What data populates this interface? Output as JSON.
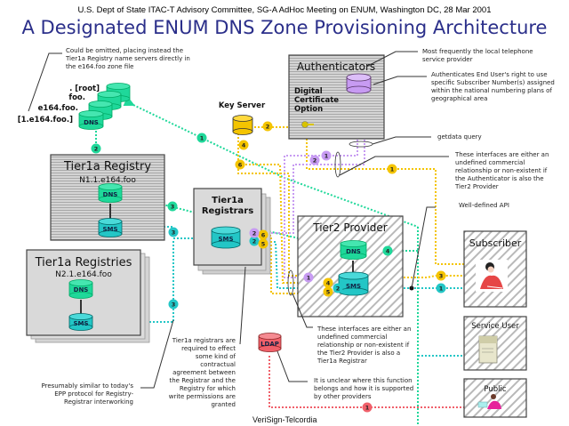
{
  "header": {
    "meeting_line": "U.S. Dept of State ITAC-T Advisory Committee, SG-A AdHoc Meeting on ENUM, Washington DC, 28 Mar 2001",
    "title": "A Designated ENUM DNS Zone Provisioning Architecture"
  },
  "colors": {
    "title": "#2b2f8a",
    "dns_green": "#1fd89a",
    "sms_teal": "#23c6c6",
    "authenticator_purple": "#c79bf2",
    "key_yellow": "#f4c400",
    "ldap_red": "#f0606a"
  },
  "dns_stack": {
    "labels": [
      ". [root]",
      "foo.",
      "e164.foo.",
      "[1.e164.foo.]"
    ],
    "cylinder_label": "DNS",
    "note": [
      "Could be omitted, placing instead the",
      "Tier1a Registry name servers directly in",
      "the e164.foo zone file"
    ]
  },
  "key_server": {
    "label": "Key Server"
  },
  "authenticators": {
    "title": "Authenticators",
    "cert_option": [
      "Digital",
      "Certificate",
      "Option"
    ],
    "note_provider": [
      "Most frequently the local telephone",
      "service provider"
    ],
    "note_auth": [
      "Authenticates End User's right to use",
      "specific Subscriber Number(s) assigned",
      "within the national numbering plans of",
      "geographical area"
    ]
  },
  "getdata_note": "getdata query",
  "auth_interfaces_note": [
    "These interfaces are either an",
    "undefined commercial",
    "relationship or non-existent if",
    "the Authenticator is also the",
    "Tier2 Provider"
  ],
  "api_note": "Well-defined API",
  "tier1a_registry": {
    "title": "Tier1a Registry",
    "zone": "N1.1.e164.foo",
    "dns": "DNS",
    "sms": "SMS"
  },
  "tier1a_registries": {
    "title": "Tier1a Registries",
    "zone": "N2.1.e164.foo",
    "dns": "DNS",
    "sms": "SMS"
  },
  "tier1a_registrars": {
    "title_line1": "Tier1a",
    "title_line2": "Registrars",
    "sms": "SMS"
  },
  "tier2_provider": {
    "title": "Tier2 Provider",
    "dns": "DNS",
    "sms": "SMS"
  },
  "subscriber": {
    "title": "Subscriber"
  },
  "service_user": {
    "title": "Service User"
  },
  "public": {
    "title": "Public"
  },
  "ldap": {
    "label": "LDAP"
  },
  "notes": {
    "epp": [
      "Presumably similar to today's",
      "EPP protocol for Registry-",
      "Registrar interworking"
    ],
    "registrars": [
      "Tier1a registrars are",
      "required to effect",
      "some kind of",
      "contractual",
      "agreement between",
      "the Registrar and the",
      "Registry for which",
      "write permissions are",
      "granted"
    ],
    "tier2_interfaces": [
      "These interfaces are either an",
      "undefined commercial",
      "relationship or non-existent if",
      "the Tier2 Provider is also a",
      "Tier1a Registrar"
    ],
    "ldap": [
      "It is unclear where this function",
      "belongs and how it is supported",
      "by other providers"
    ]
  },
  "footer": "VeriSign-Telcordia",
  "badges": [
    {
      "id": "g1",
      "num": "1",
      "color": "#1fd89a"
    },
    {
      "id": "g2",
      "num": "2",
      "color": "#1fd89a"
    },
    {
      "id": "g3",
      "num": "3",
      "color": "#1fd89a"
    },
    {
      "id": "g4",
      "num": "4",
      "color": "#1fd89a"
    },
    {
      "id": "t3a",
      "num": "3",
      "color": "#23c6c6"
    },
    {
      "id": "t3b",
      "num": "3",
      "color": "#23c6c6"
    },
    {
      "id": "t2a",
      "num": "2",
      "color": "#23c6c6"
    },
    {
      "id": "t2b",
      "num": "2",
      "color": "#23c6c6"
    },
    {
      "id": "t1",
      "num": "1",
      "color": "#23c6c6"
    },
    {
      "id": "y2",
      "num": "2",
      "color": "#f4c400"
    },
    {
      "id": "y4",
      "num": "4",
      "color": "#f4c400"
    },
    {
      "id": "y6",
      "num": "6",
      "color": "#f4c400"
    },
    {
      "id": "y1",
      "num": "1",
      "color": "#f4c400"
    },
    {
      "id": "y6b",
      "num": "6",
      "color": "#f4c400"
    },
    {
      "id": "y5b",
      "num": "5",
      "color": "#f4c400"
    },
    {
      "id": "y4c",
      "num": "4",
      "color": "#f4c400"
    },
    {
      "id": "y5c",
      "num": "5",
      "color": "#f4c400"
    },
    {
      "id": "y3",
      "num": "3",
      "color": "#f4c400"
    },
    {
      "id": "p1",
      "num": "1",
      "color": "#c79bf2"
    },
    {
      "id": "p2",
      "num": "2",
      "color": "#c79bf2"
    },
    {
      "id": "p2b",
      "num": "2",
      "color": "#c79bf2"
    },
    {
      "id": "p1c",
      "num": "1",
      "color": "#c79bf2"
    },
    {
      "id": "r1",
      "num": "1",
      "color": "#f0606a"
    }
  ]
}
